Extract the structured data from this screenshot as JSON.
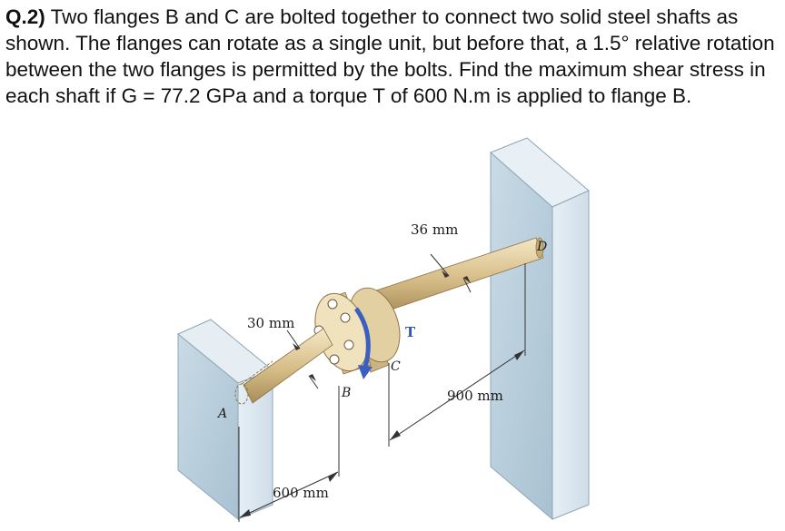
{
  "question": {
    "number": "Q.2)",
    "text": " Two flanges B and C are bolted together to connect two solid steel shafts as shown. The flanges can rotate as a single unit, but before that, a 1.5° relative rotation between the two flanges is permitted by the bolts. Find the maximum shear stress in each shaft if G = 77.2 GPa and a torque T of 600 N.m is applied to flange B."
  },
  "figure": {
    "label_A": "A",
    "label_B": "B",
    "label_C": "C",
    "label_D": "D",
    "label_T": "T",
    "dia_left": "30 mm",
    "dia_right": "36 mm",
    "len_left": "600 mm",
    "len_right": "900 mm"
  },
  "colors": {
    "wall_front": "#b9cfdc",
    "wall_side": "#dbe8f0",
    "shaft": "#d9c18f",
    "flange": "#e5d2a6",
    "torque_arrow": "#3a5fc0"
  }
}
